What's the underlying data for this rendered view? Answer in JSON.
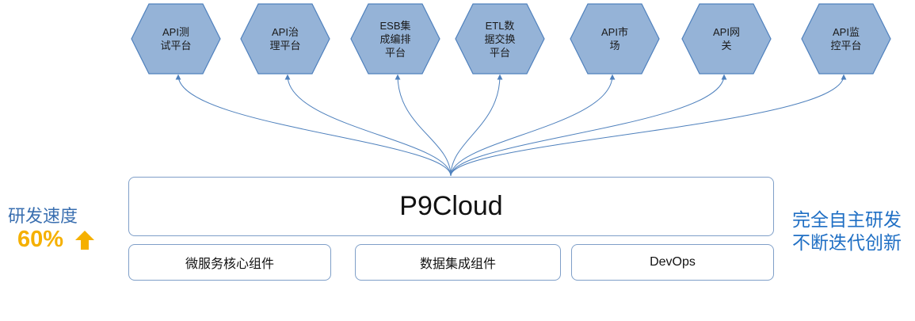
{
  "platforms": [
    {
      "lines": [
        "API测",
        "试平台"
      ]
    },
    {
      "lines": [
        "API治",
        "理平台"
      ]
    },
    {
      "lines": [
        "ESB集",
        "成编排",
        "平台"
      ]
    },
    {
      "lines": [
        "ETL数",
        "据交换",
        "平台"
      ]
    },
    {
      "lines": [
        "API市",
        "场"
      ]
    },
    {
      "lines": [
        "API网",
        "关"
      ]
    },
    {
      "lines": [
        "API监",
        "控平台"
      ]
    }
  ],
  "core": {
    "label": "P9Cloud"
  },
  "modules": [
    {
      "label": "微服务核心组件"
    },
    {
      "label": "数据集成组件"
    },
    {
      "label": "DevOps"
    }
  ],
  "speed": {
    "label": "研发速度",
    "value": "60%"
  },
  "slogan": [
    "完全自主研发",
    "不断迭代创新"
  ],
  "colors": {
    "hex_fill": "#95b3d7",
    "hex_stroke": "#4f81bd",
    "connector": "#4f81bd",
    "box_border": "#7f9fc8",
    "speed_label": "#3a6fb0",
    "speed_value": "#f5b000",
    "slogan": "#1f6fc4"
  }
}
